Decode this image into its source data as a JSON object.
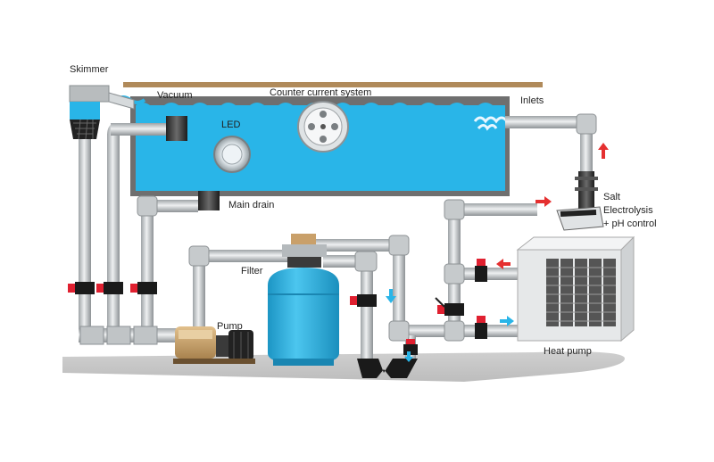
{
  "labels": {
    "skimmer": "Skimmer",
    "vacuum": "Vacuum",
    "counter_current": "Counter current system",
    "inlets": "Inlets",
    "led": "LED",
    "main_drain": "Main drain",
    "filter": "Filter",
    "pump": "Pump",
    "salt_line1": "Salt",
    "salt_line2": "Electrolysis",
    "salt_line3": "+ pH control",
    "heat_pump": "Heat pump"
  },
  "colors": {
    "water": "#29b5e8",
    "pool_wall": "#6f6f6f",
    "pipe": "#c8ccce",
    "pipe_dark": "#3a3a3a",
    "valve": "#e02030",
    "filter_tank": "#29b5e8",
    "pump_body": "#c9a06a",
    "coping": "#b08a5a",
    "ground": "#c4c4c4",
    "flow_arrow_red": "#e53030",
    "flow_arrow_blue": "#29b5e8"
  }
}
